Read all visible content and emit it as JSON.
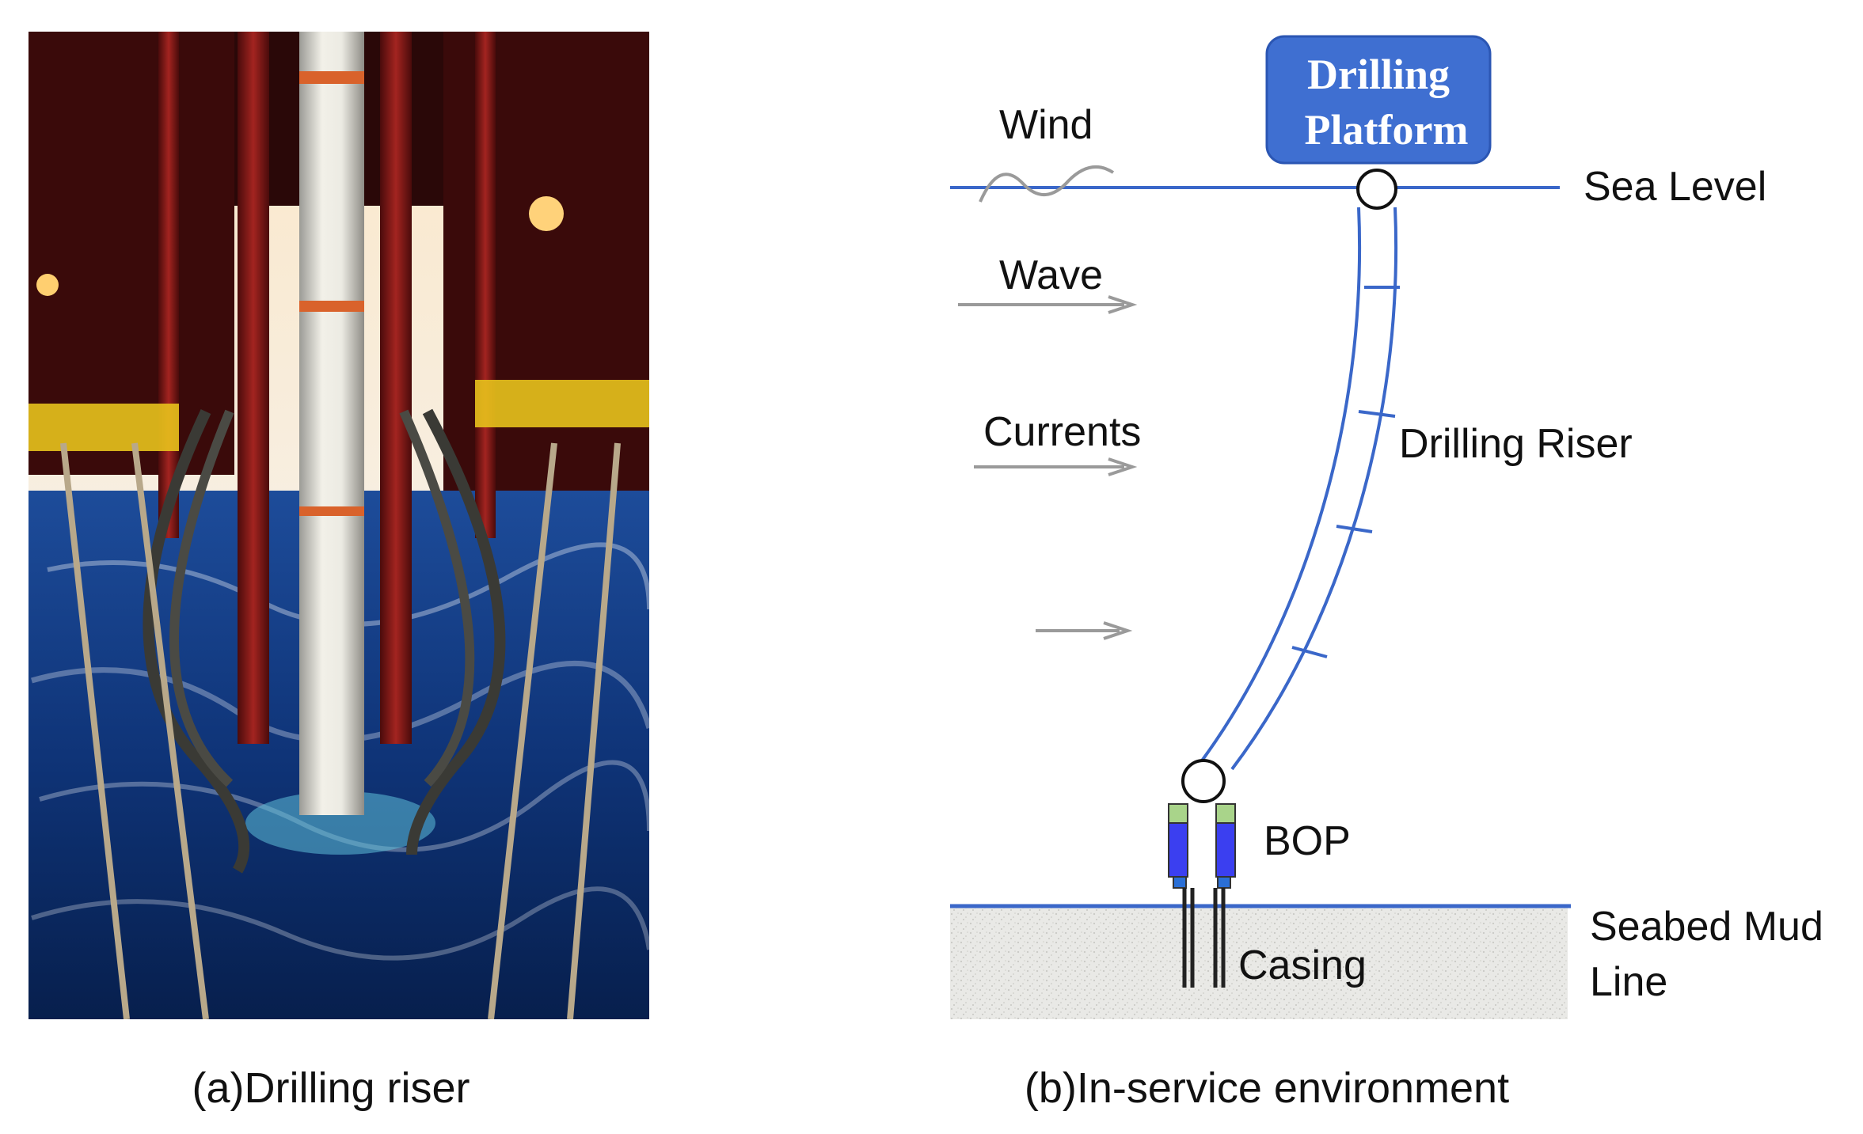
{
  "captions": {
    "a": "(a)Drilling riser",
    "b": "(b)In-service environment"
  },
  "labels": {
    "platform_line1": "Drilling",
    "platform_line2": "Platform",
    "wind": "Wind",
    "sea_level": "Sea Level",
    "wave": "Wave",
    "currents": "Currents",
    "drilling_riser": "Drilling Riser",
    "bop": "BOP",
    "casing": "Casing",
    "seabed_line1": "Seabed Mud",
    "seabed_line2": "Line"
  },
  "colors": {
    "line_blue": "#3a67c9",
    "platform_fill": "#3f6fd1",
    "bop_blue": "#3b3ff0",
    "bop_green": "#a9d48a",
    "arrow_gray": "#9a9a9a",
    "sea_deep": "#0d2f6b",
    "rig_red": "#7a1412"
  }
}
